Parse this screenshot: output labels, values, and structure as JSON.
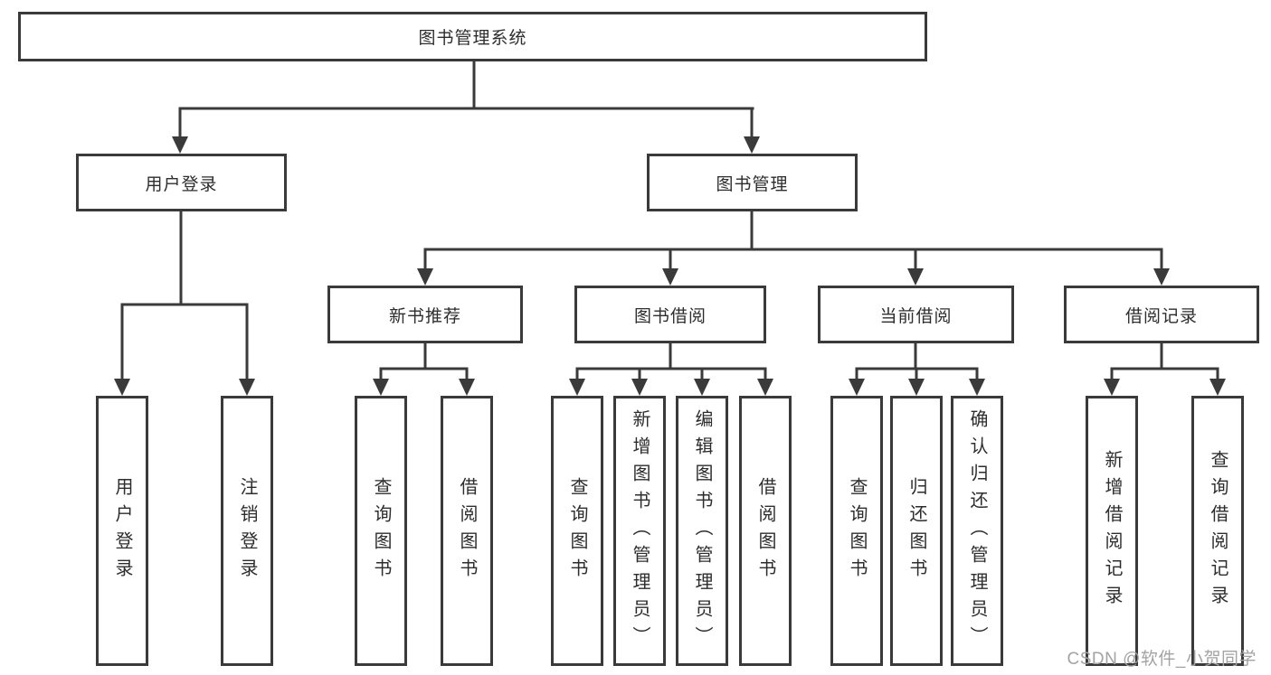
{
  "diagram_title": "图书管理系统",
  "tree": {
    "root": {
      "label": "图书管理系统"
    },
    "level2": [
      {
        "label": "用户登录"
      },
      {
        "label": "图书管理"
      }
    ],
    "level3": [
      {
        "label": "新书推荐",
        "parent": "图书管理"
      },
      {
        "label": "图书借阅",
        "parent": "图书管理"
      },
      {
        "label": "当前借阅",
        "parent": "图书管理"
      },
      {
        "label": "借阅记录",
        "parent": "图书管理"
      }
    ],
    "level4": [
      {
        "label": "用户登录",
        "parent": "用户登录"
      },
      {
        "label": "注销登录",
        "parent": "用户登录"
      },
      {
        "label": "查询图书",
        "parent": "新书推荐"
      },
      {
        "label": "借阅图书",
        "parent": "新书推荐"
      },
      {
        "label": "查询图书",
        "parent": "图书借阅"
      },
      {
        "label": "新增图书（管理员）",
        "parent": "图书借阅"
      },
      {
        "label": "编辑图书（管理员）",
        "parent": "图书借阅"
      },
      {
        "label": "借阅图书",
        "parent": "图书借阅"
      },
      {
        "label": "查询图书",
        "parent": "当前借阅"
      },
      {
        "label": "归还图书",
        "parent": "当前借阅"
      },
      {
        "label": "确认归还（管理员）",
        "parent": "当前借阅"
      },
      {
        "label": "新增借阅记录",
        "parent": "借阅记录"
      },
      {
        "label": "查询借阅记录",
        "parent": "借阅记录"
      }
    ]
  },
  "watermark": {
    "text": "CSDN @软件_小贺同学"
  },
  "colors": {
    "line": "#3a3a3a",
    "text": "#2d2d2d",
    "box_background": "#ffffff",
    "page_background": "#ffffff",
    "watermark": "#a3a3a3"
  }
}
